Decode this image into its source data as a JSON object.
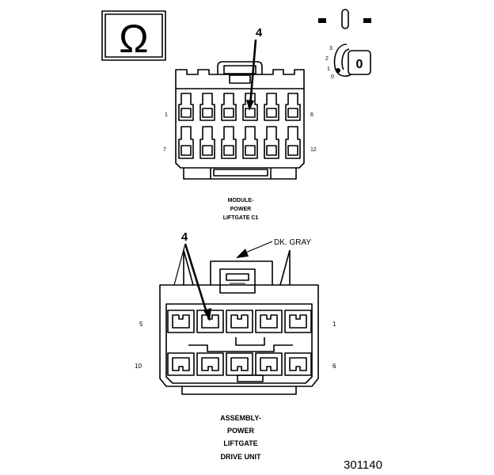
{
  "ohm_symbol": "Ω",
  "meter_switch": {
    "marks": [
      "3",
      "2",
      "1",
      "0"
    ],
    "dial_label": "0"
  },
  "top_connector": {
    "callout": "4",
    "pin_left_top": "1",
    "pin_right_top": "6",
    "pin_left_bottom": "7",
    "pin_right_bottom": "12",
    "label_lines": [
      "MODULE-",
      "POWER",
      "LIFTGATE C1"
    ]
  },
  "bottom_connector": {
    "callout": "4",
    "color_label": "DK. GRAY",
    "pin_left_top": "5",
    "pin_right_top": "1",
    "pin_left_bottom": "10",
    "pin_right_bottom": "6",
    "label_lines": [
      "ASSEMBLY-",
      "POWER",
      "LIFTGATE",
      "DRIVE UNIT"
    ]
  },
  "figure_number": "301140"
}
